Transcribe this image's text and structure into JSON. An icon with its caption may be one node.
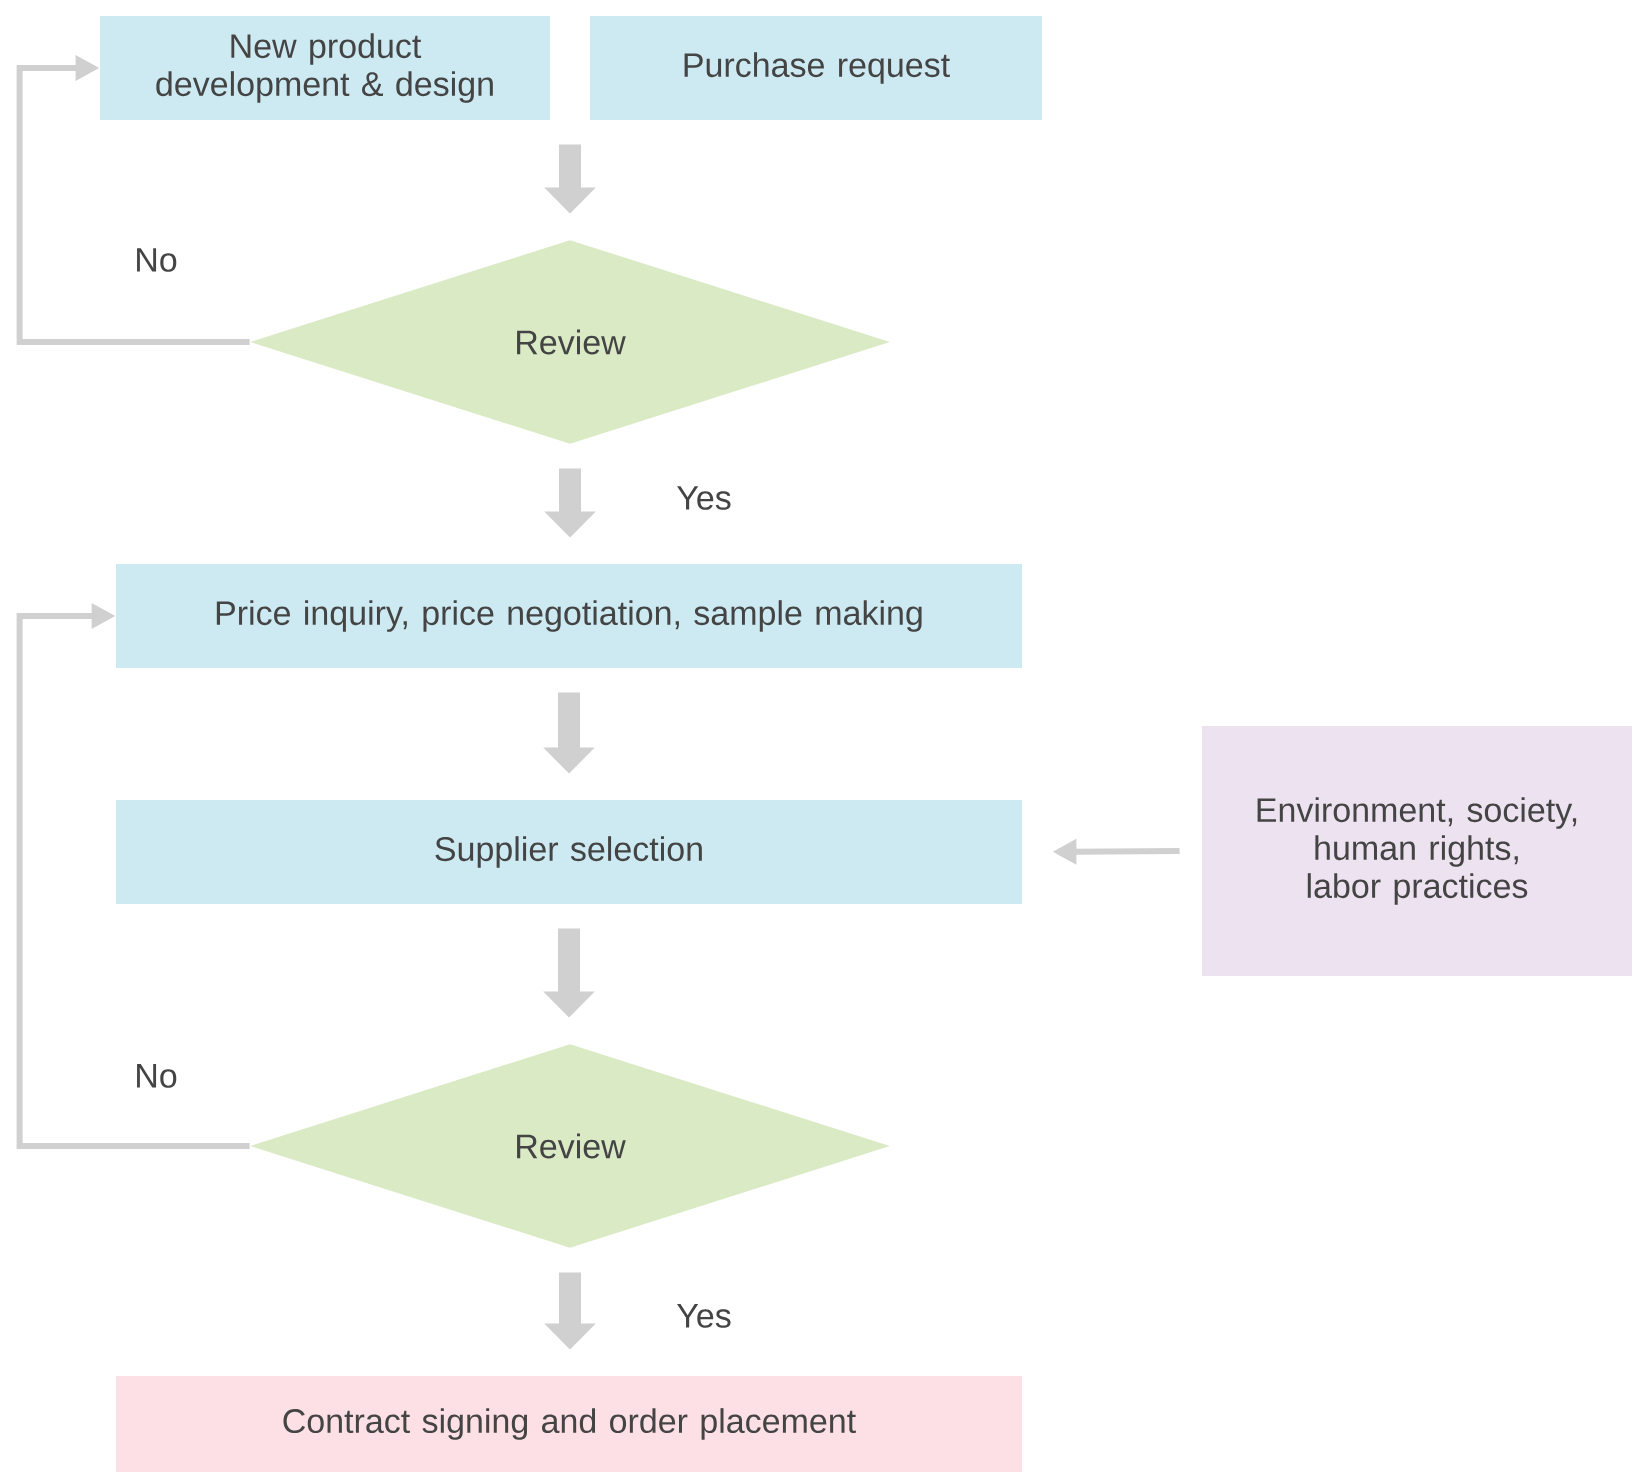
{
  "diagram": {
    "nodes": [
      {
        "text": [
          "New product development & design"
        ]
      },
      {
        "text": [
          "Purchase request"
        ]
      },
      {
        "text": [
          "Review"
        ]
      },
      {
        "text": [
          "Price inquiry, price negotiation, sample making"
        ]
      },
      {
        "text": [
          "Supplier selection"
        ]
      },
      {
        "text": [
          "Environment, society, human rights, labor practices"
        ]
      },
      {
        "text": [
          "Review"
        ]
      },
      {
        "text": [
          "Contract signing and order placement"
        ]
      }
    ],
    "edges": [
      {
        "from": 0,
        "to": 2,
        "arrow": "to"
      },
      {
        "from": 1,
        "to": 2,
        "arrow": "to"
      },
      {
        "from": 2,
        "to": 0,
        "arrow": "to",
        "label": "No"
      },
      {
        "from": 2,
        "to": 3,
        "arrow": "to",
        "label": "Yes"
      },
      {
        "from": 3,
        "to": 4,
        "arrow": "to"
      },
      {
        "from": 5,
        "to": 4,
        "arrow": "to"
      },
      {
        "from": 4,
        "to": 6,
        "arrow": "to"
      },
      {
        "from": 6,
        "to": 3,
        "arrow": "to",
        "label": "No"
      },
      {
        "from": 6,
        "to": 7,
        "arrow": "to",
        "label": "Yes"
      }
    ]
  }
}
